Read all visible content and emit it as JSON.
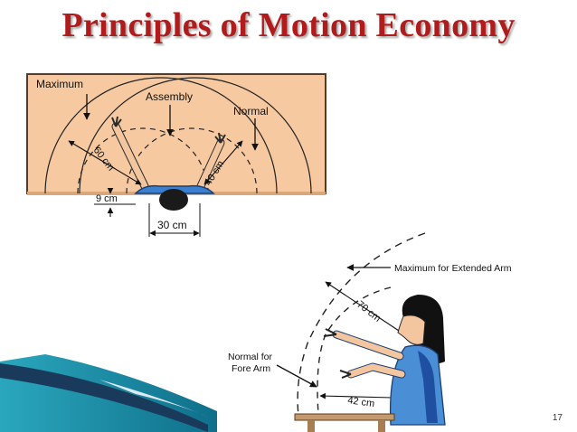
{
  "slide": {
    "title": "Principles of Motion Economy",
    "page_number": "17"
  },
  "top_diagram": {
    "labels": {
      "maximum": "Maximum",
      "assembly": "Assembly",
      "normal": "Normal",
      "dim_60": "60 cm",
      "dim_40": "40 cm",
      "dim_9": "9 cm",
      "dim_30": "30 cm"
    },
    "colors": {
      "table": "#f6c9a0",
      "table_border": "#5a3a22",
      "shirt": "#3a7fd0",
      "skin": "#f3c6a0"
    }
  },
  "bottom_diagram": {
    "labels": {
      "max_extended": "Maximum for Extended Arm",
      "dim_70": "70 cm",
      "normal_fore_1": "Normal for",
      "normal_fore_2": "Fore Arm",
      "dim_42": "42 cm"
    },
    "colors": {
      "shirt": "#4a8fd6",
      "hair": "#111111",
      "table": "#c49a6c"
    }
  },
  "decor": {
    "accent_dark": "#1a3a5c",
    "accent_teal": "#1f8fa6"
  }
}
